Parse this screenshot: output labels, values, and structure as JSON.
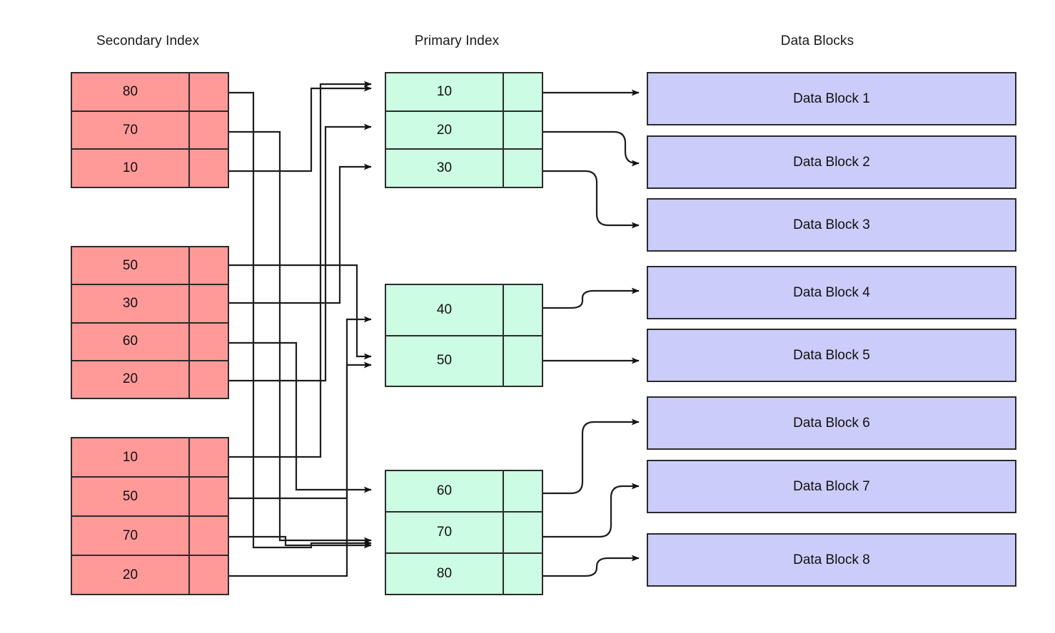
{
  "diagram": {
    "title_secondary": "Secondary Index",
    "title_primary": "Primary Index",
    "title_datablocks": "Data Blocks",
    "colors": {
      "secondary_fill": "#ff9a99",
      "primary_fill": "#ccfce3",
      "datablock_fill": "#ccccfa",
      "stroke": "#2b2b2b",
      "background": "#ffffff"
    }
  },
  "secondary_index": {
    "groups": [
      {
        "rows": [
          {
            "key": "80"
          },
          {
            "key": "70"
          },
          {
            "key": "10"
          }
        ]
      },
      {
        "rows": [
          {
            "key": "50"
          },
          {
            "key": "30"
          },
          {
            "key": "60"
          },
          {
            "key": "20"
          }
        ]
      },
      {
        "rows": [
          {
            "key": "10"
          },
          {
            "key": "50"
          },
          {
            "key": "70"
          },
          {
            "key": "20"
          }
        ]
      }
    ]
  },
  "primary_index": {
    "groups": [
      {
        "rows": [
          {
            "key": "10"
          },
          {
            "key": "20"
          },
          {
            "key": "30"
          }
        ]
      },
      {
        "rows": [
          {
            "key": "40"
          },
          {
            "key": "50"
          }
        ]
      },
      {
        "rows": [
          {
            "key": "60"
          },
          {
            "key": "70"
          },
          {
            "key": "80"
          }
        ]
      }
    ]
  },
  "data_blocks": {
    "items": [
      {
        "label": "Data Block 1"
      },
      {
        "label": "Data Block 2"
      },
      {
        "label": "Data Block 3"
      },
      {
        "label": "Data Block 4"
      },
      {
        "label": "Data Block 5"
      },
      {
        "label": "Data Block 6"
      },
      {
        "label": "Data Block 7"
      },
      {
        "label": "Data Block 8"
      }
    ]
  }
}
